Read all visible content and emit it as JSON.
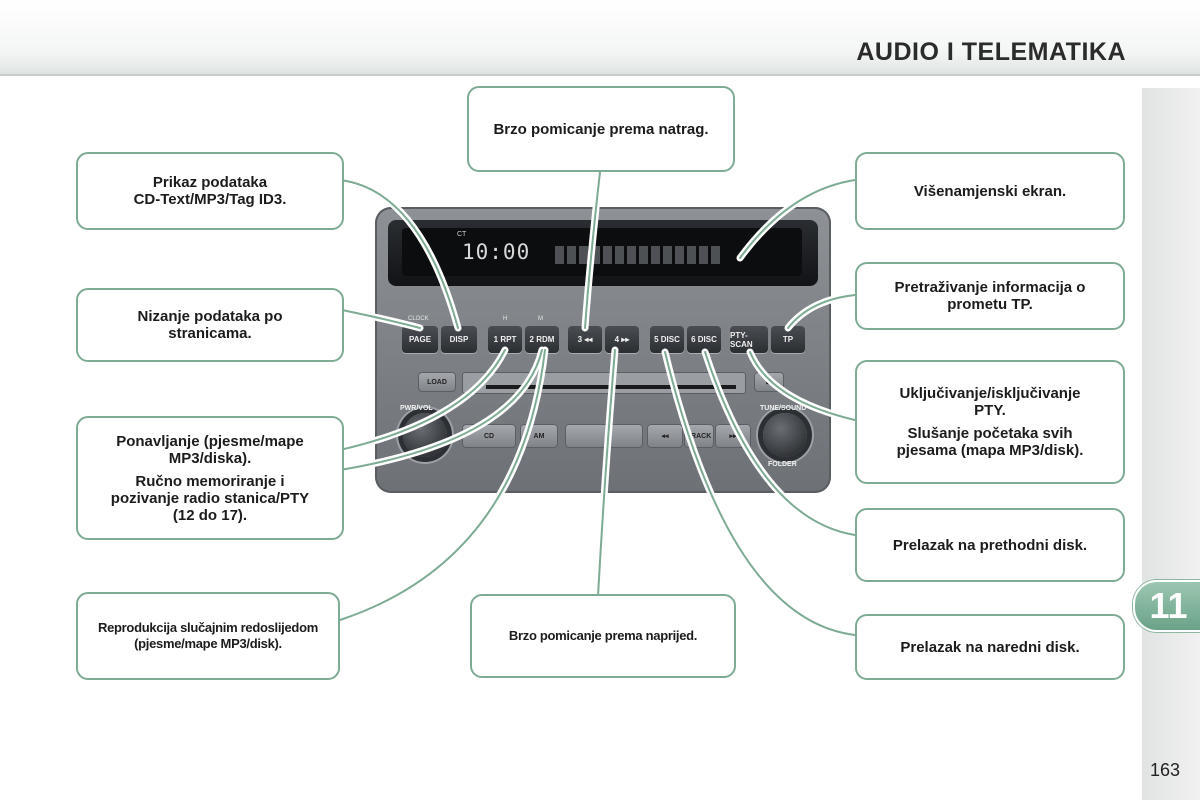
{
  "header": {
    "title": "AUDIO I TELEMATIKA"
  },
  "chapter": {
    "number": "11"
  },
  "page": {
    "number": "163"
  },
  "callouts": {
    "cd_text": [
      "Prikaz podataka",
      "CD-Text/MP3/Tag ID3."
    ],
    "rewind": "Brzo pomicanje prema natrag.",
    "screen": "Višenamjenski ekran.",
    "paging": [
      "Nizanje podataka po",
      "stranicama."
    ],
    "tp": [
      "Pretraživanje informacija o",
      "prometu TP."
    ],
    "repeat": [
      "Ponavljanje (pjesme/mape",
      "MP3/diska)."
    ],
    "memory": [
      "Ručno memoriranje i",
      "pozivanje radio stanica/PTY",
      "(12 do 17)."
    ],
    "pty": [
      "Uključivanje/isključivanje",
      "PTY."
    ],
    "scan": [
      "Slušanje početaka svih",
      "pjesama (mapa MP3/disk)."
    ],
    "prev_disc": "Prelazak na prethodni disk.",
    "random": [
      "Reprodukcija slučajnim redoslijedom",
      "(pjesme/mape MP3/disk)."
    ],
    "forward": "Brzo pomicanje prema naprijed.",
    "next_disc": "Prelazak na naredni disk."
  },
  "radio": {
    "display_clock": "10:00",
    "display_ct": "CT",
    "labels": {
      "clock": "CLOCK",
      "h": "H",
      "m": "M"
    },
    "buttons": [
      "PAGE",
      "DISP",
      "1 RPT",
      "2 RDM",
      "3 ◂◂",
      "4 ▸▸",
      "5 DISC",
      "6 DISC",
      "PTY-SCAN",
      "TP"
    ],
    "load": "LOAD",
    "eject": "⏏",
    "pwr": "PWR/VOL",
    "tune": "TUNE/SOUND",
    "folder": "FOLDER",
    "cd": "CD",
    "am": "AM",
    "track_prev": "◂◂",
    "track": "TRACK",
    "track_next": "▸▸"
  }
}
